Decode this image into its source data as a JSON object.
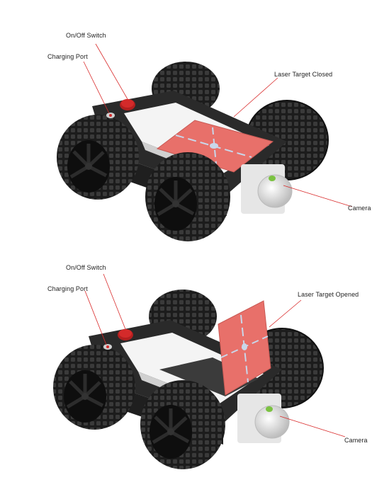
{
  "figures": [
    {
      "state": "closed",
      "labels": {
        "power_switch": "On/Off Switch",
        "charging_port": "Charging Port",
        "laser_target": "Laser Target Closed",
        "camera": "Camera"
      }
    },
    {
      "state": "opened",
      "labels": {
        "power_switch": "On/Off Switch",
        "charging_port": "Charging Port",
        "laser_target": "Laser Target Opened",
        "camera": "Camera"
      }
    }
  ],
  "colors": {
    "leader_line": "#d92b2b",
    "chassis": "#2a2a2a",
    "tire": "#1c1c1c",
    "target_plate": "#e8706a",
    "target_marks": "#c9d7ea",
    "switch_button": "#d42a2a",
    "camera_housing": "#e6e6e6",
    "deck": "#f4f4f4",
    "indicator": "#7bc241"
  }
}
